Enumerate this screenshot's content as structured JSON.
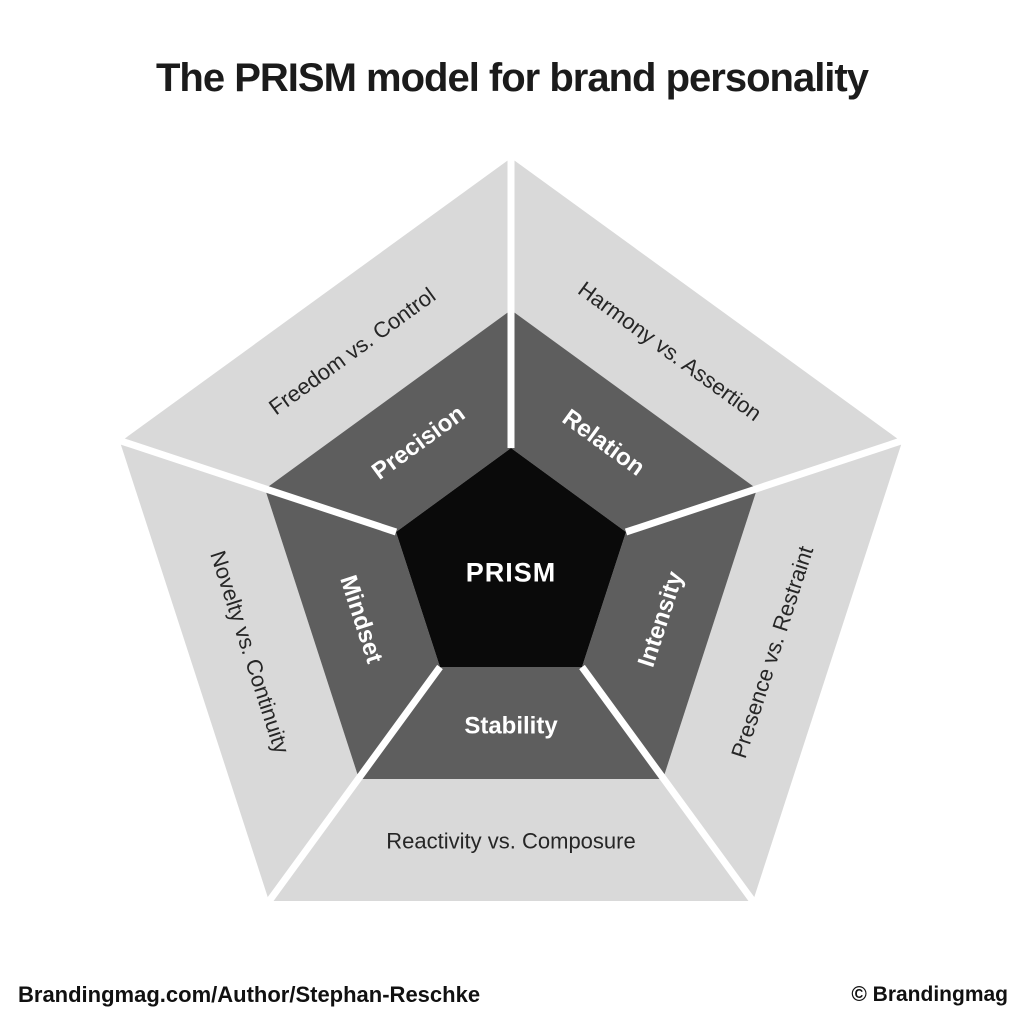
{
  "title": "The PRISM model for brand personality",
  "center": {
    "label": "PRISM"
  },
  "sectors": [
    {
      "position": "top-left",
      "dimension": "Precision",
      "spectrum": "Freedom vs. Control"
    },
    {
      "position": "top-right",
      "dimension": "Relation",
      "spectrum": "Harmony vs. Assertion"
    },
    {
      "position": "right",
      "dimension": "Intensity",
      "spectrum": "Presence vs. Restraint"
    },
    {
      "position": "bottom",
      "dimension": "Stability",
      "spectrum": "Reactivity vs. Composure"
    },
    {
      "position": "left",
      "dimension": "Mindset",
      "spectrum": "Novelty vs. Continuity"
    }
  ],
  "footer": {
    "credit": "Brandingmag.com/Author/Stephan-Reschke",
    "copyright": "© Brandingmag"
  },
  "colors": {
    "background": "#ffffff",
    "outer_ring": "#d9d9d9",
    "mid_ring": "#5e5e5e",
    "center_pentagon": "#0a0a0a",
    "divider": "#ffffff",
    "spectrum_text": "#262626",
    "dimension_text": "#ffffff",
    "title_text": "#1b1b1b"
  }
}
